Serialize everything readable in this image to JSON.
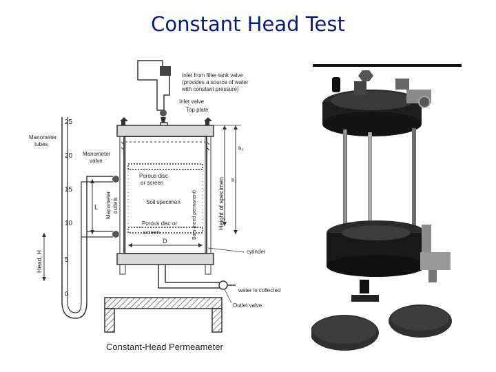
{
  "slide": {
    "title": "Constant Head Test"
  },
  "diagram": {
    "caption": "Constant-Head Permeameter",
    "labels": {
      "inlet_line1": "Inlet from filter tank valve",
      "inlet_line2": "(provides a source of water",
      "inlet_line3": "with constant pressure)",
      "inlet_valve": "Inlet valve",
      "top_plate": "Top plate",
      "manometer_tubes_1": "Manometer",
      "manometer_tubes_2": "tubes",
      "manometer_valve_1": "Manometer",
      "manometer_valve_2": "valve",
      "porous_top_1": "Porous disc",
      "porous_top_2": "or screen",
      "soil_specimen": "Soil specimen",
      "porous_bottom_1": "Porous disc or",
      "porous_bottom_2": "screen",
      "manometer_outlets_1": "Manometer",
      "manometer_outlets_2": "outlets",
      "bars": "Bars (need permanent)",
      "height_of_specimen": "Height of specimen",
      "h2": "h₂",
      "h1": "h₁",
      "L": "L",
      "D": "D",
      "head_H": "Head, H",
      "cylinder": "cylinder",
      "water_collected": "water is collected",
      "outlet_valve": "Outlet valve"
    },
    "scale_ticks": [
      "25",
      "20",
      "15",
      "10",
      "5",
      "0"
    ]
  },
  "photo": {
    "description_tag": "permeameter-apparatus-photo"
  }
}
